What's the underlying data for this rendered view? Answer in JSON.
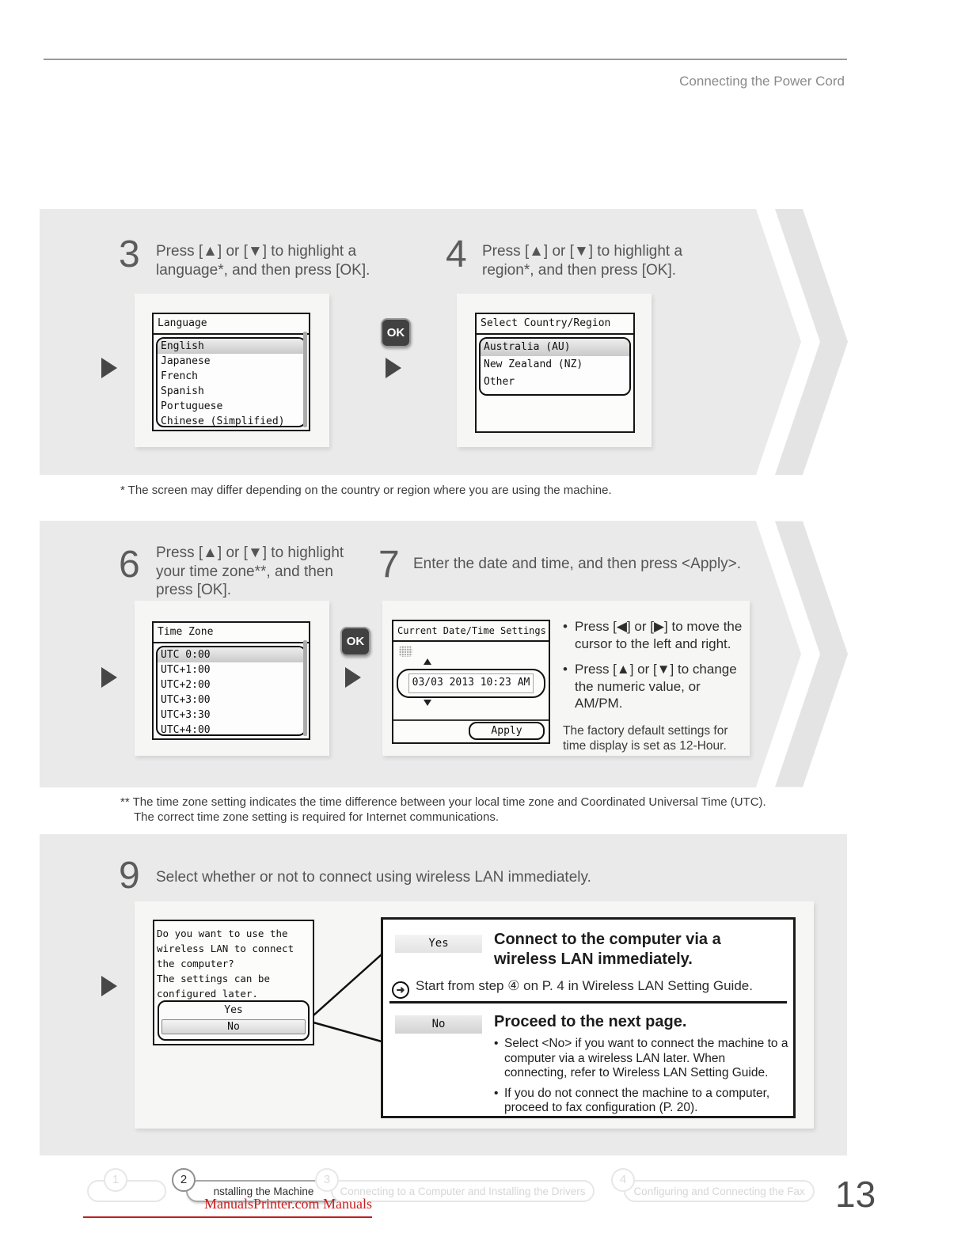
{
  "header": {
    "title": "Connecting the Power Cord"
  },
  "controls": {
    "ok_label": "OK"
  },
  "section_language": {
    "step3_number": "3",
    "step3_text": "Press [▲] or [▼] to highlight a language*, and then press [OK].",
    "step4_number": "4",
    "step4_text": "Press [▲] or [▼] to highlight a region*, and then press [OK].",
    "language_screen": {
      "title": "Language",
      "items": [
        "English",
        "Japanese",
        "French",
        "Spanish",
        "Portuguese",
        "Chinese (Simplified)"
      ],
      "selected": "English"
    },
    "region_screen": {
      "title": "Select Country/Region",
      "items": [
        "Australia (AU)",
        "New Zealand (NZ)",
        "Other"
      ],
      "selected": "Australia (AU)"
    },
    "footnote": "* The screen may differ depending on the country or region where you are using the machine."
  },
  "section_time": {
    "step6_number": "6",
    "step6_text": "Press [▲] or [▼] to highlight your time zone**, and then press [OK].",
    "step7_number": "7",
    "step7_text": "Enter the date and time, and then press <Apply>.",
    "timezone_screen": {
      "title": "Time Zone",
      "items": [
        "UTC 0:00",
        "UTC+1:00",
        "UTC+2:00",
        "UTC+3:00",
        "UTC+3:30",
        "UTC+4:00"
      ],
      "selected": "UTC 0:00"
    },
    "datetime_screen": {
      "title": "Current Date/Time Settings",
      "value": "03/03 2013 10:23 AM",
      "apply_label": "Apply"
    },
    "bullet1": "Press [◀] or [▶] to move the cursor to the left and right.",
    "bullet2": "Press [▲] or [▼] to change the numeric value, or AM/PM.",
    "note": "The factory default settings for time display is set as 12-Hour.",
    "footnote_line1": "** The time zone setting indicates the time difference between your local time zone and Coordinated Universal Time (UTC).",
    "footnote_line2": "The correct time zone setting is required for Internet communications."
  },
  "section_wlan": {
    "step9_number": "9",
    "step9_text": "Select whether or not to connect using wireless LAN immediately.",
    "lcd_lines": [
      "Do you want to use the",
      "wireless LAN to connect",
      "the computer?",
      "The settings can be",
      "configured later."
    ],
    "lcd_yes": "Yes",
    "lcd_no": "No",
    "yes_label": "Yes",
    "yes_title": "Connect to the computer via a wireless LAN immediately.",
    "yes_link": "Start from step ④ on P. 4 in Wireless LAN Setting Guide.",
    "no_label": "No",
    "no_title": "Proceed to the next page.",
    "no_bullet1": "Select <No> if you want to connect the machine to a computer via a wireless LAN later. When connecting, refer to Wireless LAN Setting Guide.",
    "no_bullet2": "If you do not connect the machine to a computer, proceed to fax configuration (P. 20)."
  },
  "footer": {
    "step1": "1",
    "step2": "2",
    "step3": "3",
    "step4": "4",
    "tab2_label": "nstalling the Machine",
    "tab3_label": "Connecting to a Computer and Installing the Drivers",
    "tab4_label": "Configuring and Connecting the Fax",
    "page_number": "13",
    "watermark": "ManualsPrinter.com Manuals"
  },
  "colors": {
    "section_bg": "#eaeaea",
    "accent_red": "#c81e1e",
    "lcd_border": "#161616"
  }
}
